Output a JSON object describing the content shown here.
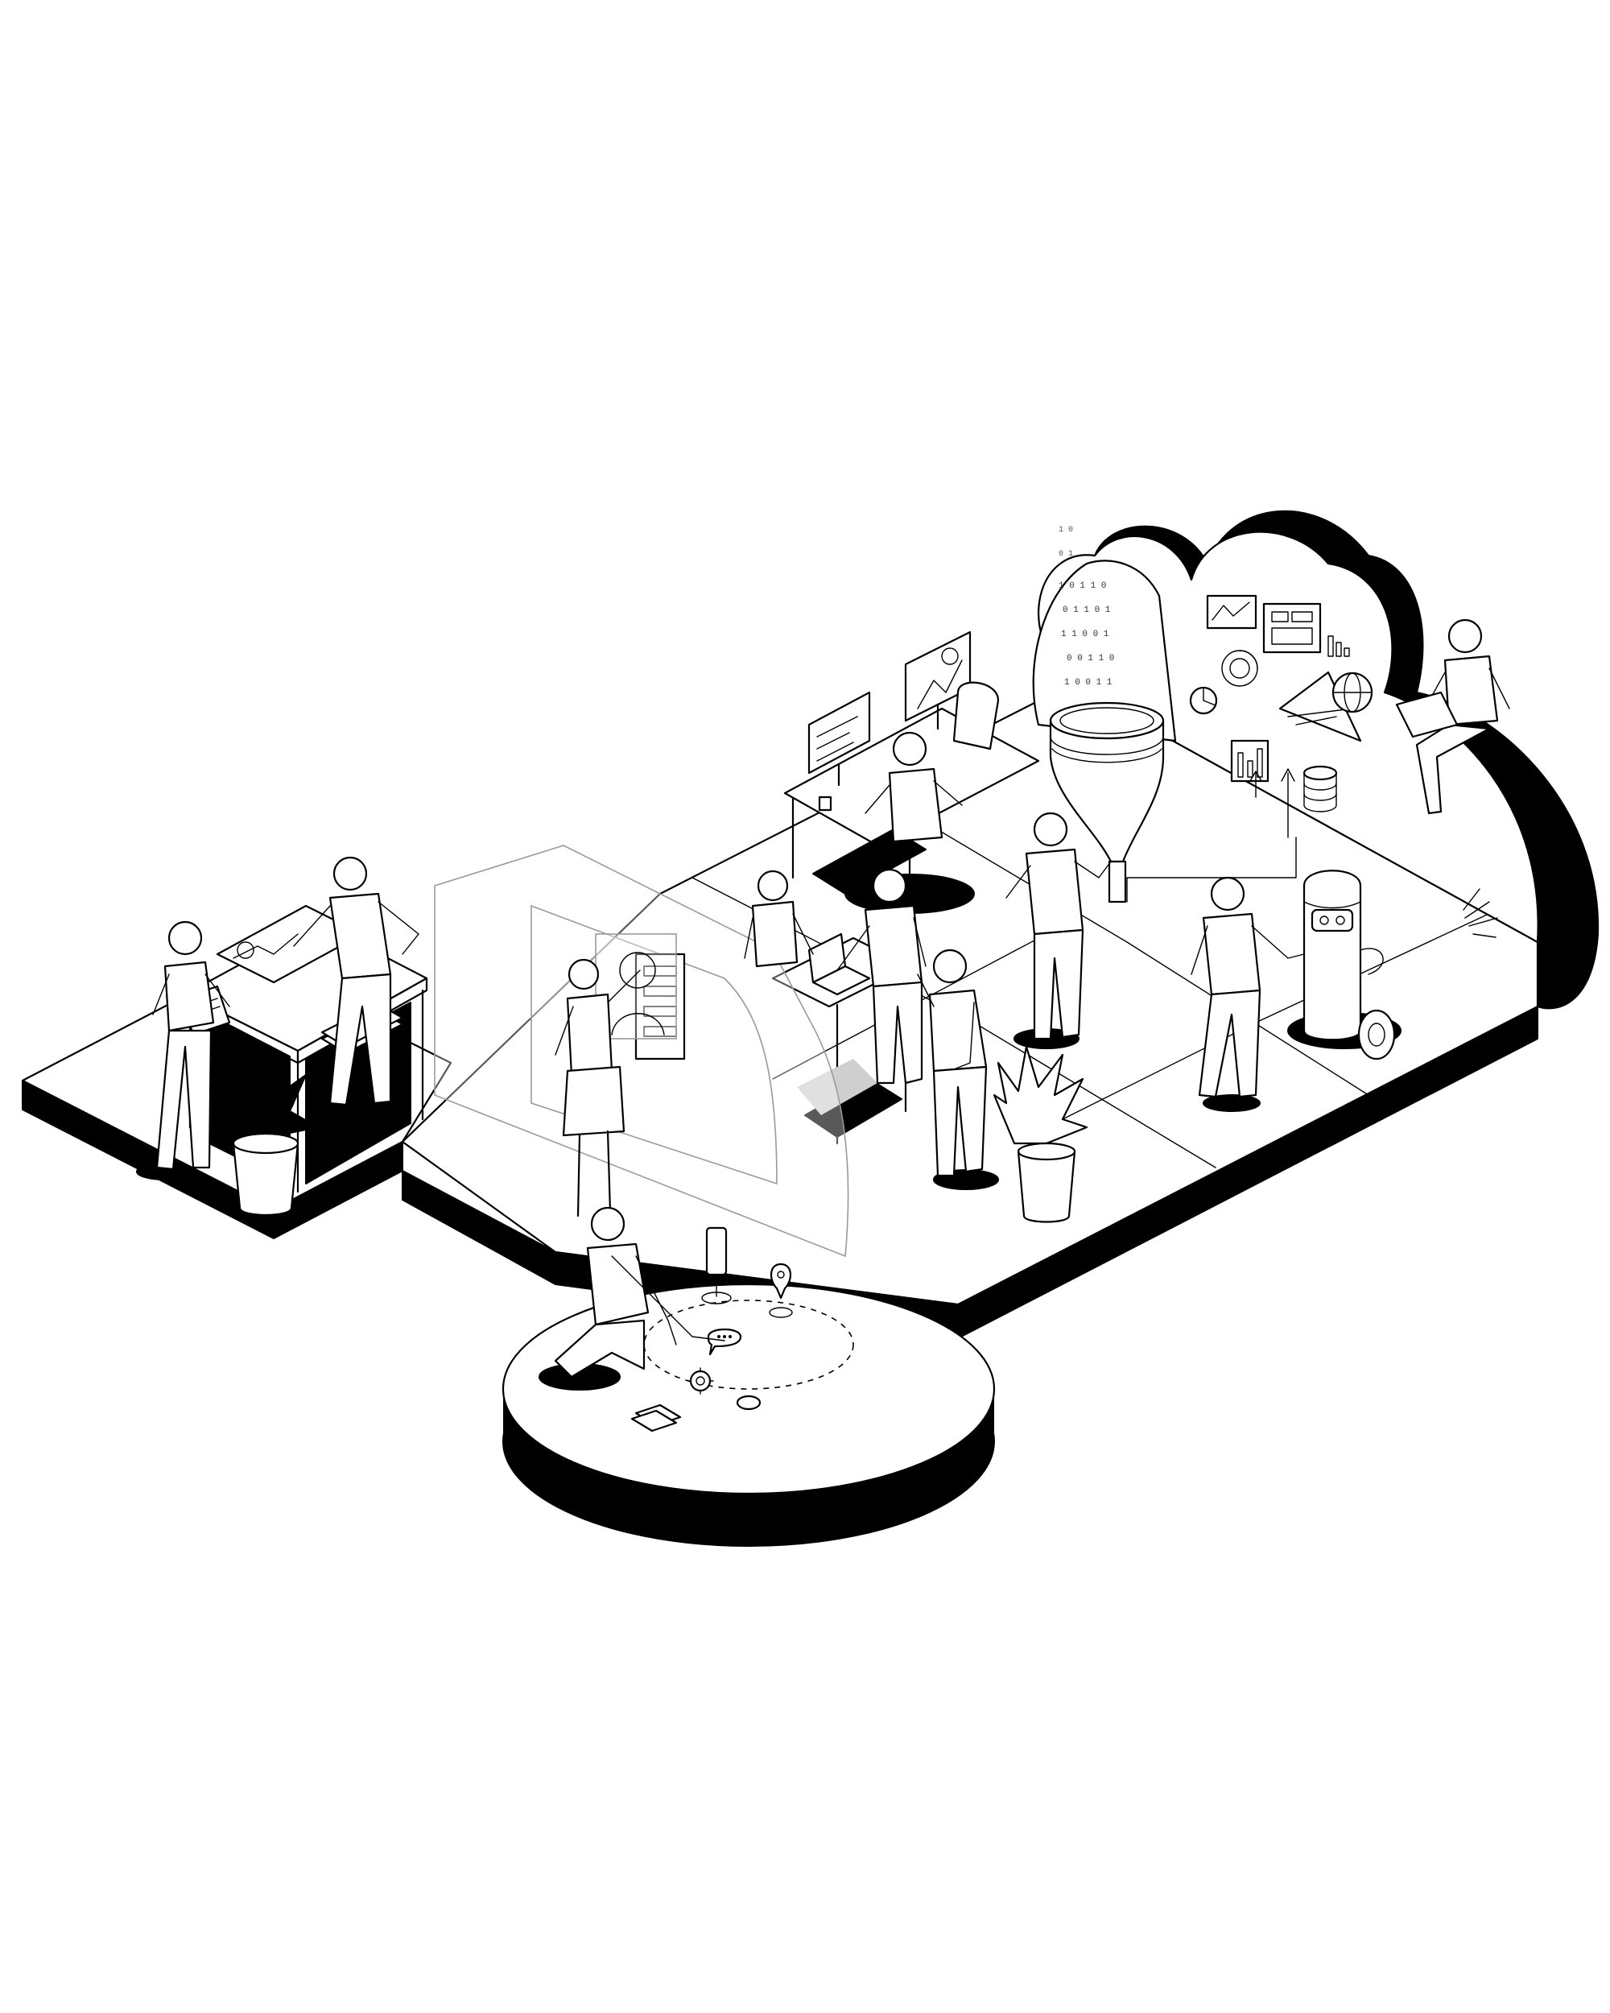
{
  "palette": {
    "ink": "#000000",
    "paper": "#ffffff",
    "glass": "#9a9a9a",
    "shadow": "#cfcfcf"
  },
  "zones": [
    "planning-desk-zone",
    "hologram-screen-zone",
    "mapping-pedestal-zone",
    "workstation-zone",
    "data-funnel-zone",
    "cloud-analytics-zone",
    "robot-zone"
  ],
  "icons": {
    "funnel": "funnel-icon",
    "map_pin": "map-pin-icon",
    "gear": "gear-icon",
    "chat": "chat-bubble-icon",
    "phone": "smartphone-icon",
    "globe": "globe-icon",
    "pie": "pie-chart-icon",
    "bar": "bar-chart-icon",
    "line": "line-chart-icon",
    "database": "database-icon",
    "triangle": "triangle-chart-icon",
    "robot": "robot-icon",
    "plant": "plant-icon",
    "laptop": "laptop-icon",
    "monitor": "monitor-icon"
  }
}
